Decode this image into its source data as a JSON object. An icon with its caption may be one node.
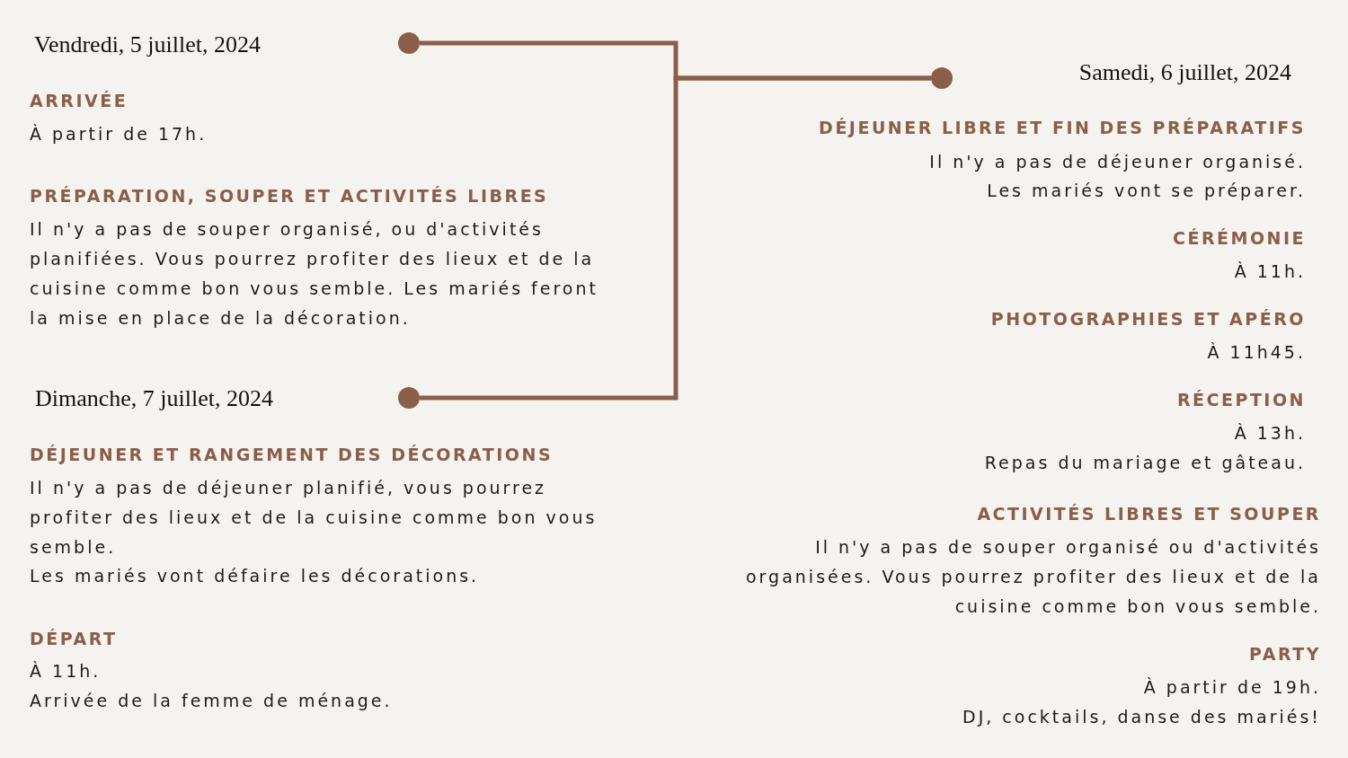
{
  "diagram": {
    "nodes": [
      {
        "text": [],
        "shape": "circle"
      },
      {
        "text": [],
        "shape": "circle"
      },
      {
        "text": [],
        "shape": "circle"
      }
    ],
    "edges": [
      {
        "from": 0,
        "to": 1,
        "arrow": "none"
      },
      {
        "from": 1,
        "to": 2,
        "arrow": "none"
      }
    ],
    "labels": [
      "Vendredi, 5 juillet, 2024",
      "ARRIVÉE",
      "À partir de 17h.",
      "PRÉPARATION, SOUPER ET ACTIVITÉS LIBRES",
      "Il n'y a pas de souper organisé, ou d'activités planifiées. Vous pourrez profiter des lieux et de la cuisine comme bon vous semble. Les mariés feront la mise en place de la décoration.",
      "Samedi, 6 juillet, 2024",
      "DÉJEUNER LIBRE ET FIN DES PRÉPARATIFS",
      "Il n'y a pas de déjeuner organisé.",
      "Les mariés vont se préparer.",
      "CÉRÉMONIE",
      "À 11h.",
      "PHOTOGRAPHIES ET APÉRO",
      "À 11h45.",
      "RÉCEPTION",
      "À 13h.",
      "Repas du mariage et gâteau.",
      "ACTIVITÉS LIBRES ET SOUPER",
      "Il n'y a pas de souper organisé ou d'activités organisées. Vous pourrez profiter des lieux et de la cuisine comme bon vous semble.",
      "PARTY",
      "À partir de 19h.",
      "DJ, cocktails, danse des mariés!",
      "Dimanche, 7 juillet, 2024",
      "DÉJEUNER ET RANGEMENT DES DÉCORATIONS",
      "Il n'y a pas de déjeuner planifié, vous pourrez profiter des lieux et de la cuisine comme bon vous semble.",
      "Les mariés vont défaire les décorations.",
      "DÉPART",
      "À 11h.",
      "Arrivée de la femme de ménage."
    ]
  }
}
